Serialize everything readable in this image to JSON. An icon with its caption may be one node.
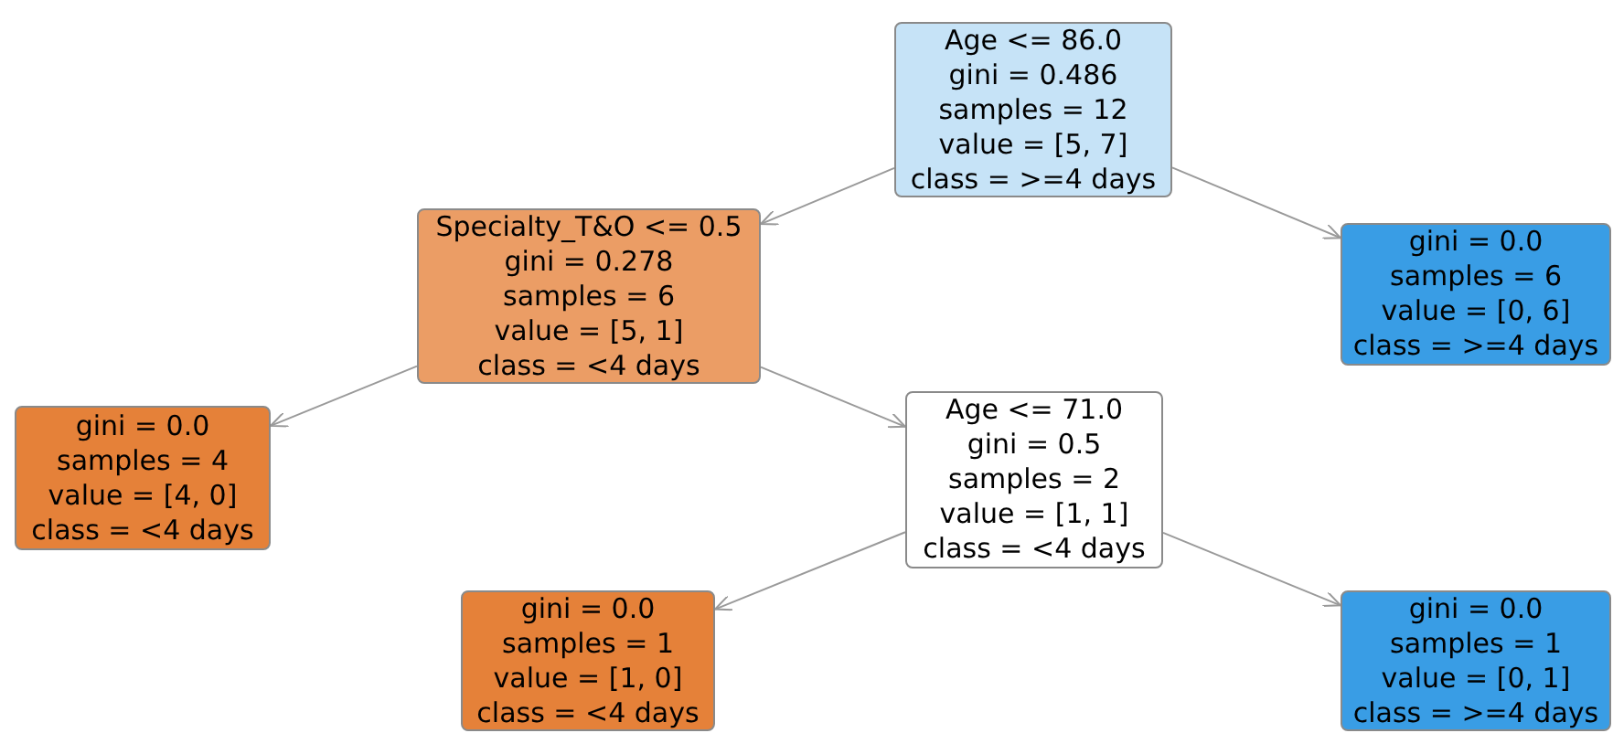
{
  "diagram": {
    "nodes": [
      {
        "text": [
          "Age <= 86.0",
          "gini = 0.486",
          "samples = 12",
          "value = [5, 7]",
          "class = >=4 days"
        ]
      },
      {
        "text": [
          "Specialty_T&O <= 0.5",
          "gini = 0.278",
          "samples = 6",
          "value = [5, 1]",
          "class = <4 days"
        ]
      },
      {
        "text": [
          "gini = 0.0",
          "samples = 6",
          "value = [0, 6]",
          "class = >=4 days"
        ]
      },
      {
        "text": [
          "gini = 0.0",
          "samples = 4",
          "value = [4, 0]",
          "class = <4 days"
        ]
      },
      {
        "text": [
          "Age <= 71.0",
          "gini = 0.5",
          "samples = 2",
          "value = [1, 1]",
          "class = <4 days"
        ]
      },
      {
        "text": [
          "gini = 0.0",
          "samples = 1",
          "value = [1, 0]",
          "class = <4 days"
        ]
      },
      {
        "text": [
          "gini = 0.0",
          "samples = 1",
          "value = [0, 1]",
          "class = >=4 days"
        ]
      }
    ],
    "edges": [
      {
        "from": 0,
        "to": 1,
        "arrow": "to"
      },
      {
        "from": 0,
        "to": 2,
        "arrow": "to"
      },
      {
        "from": 1,
        "to": 3,
        "arrow": "to"
      },
      {
        "from": 1,
        "to": 4,
        "arrow": "to"
      },
      {
        "from": 4,
        "to": 5,
        "arrow": "to"
      },
      {
        "from": 4,
        "to": 6,
        "arrow": "to"
      }
    ]
  }
}
